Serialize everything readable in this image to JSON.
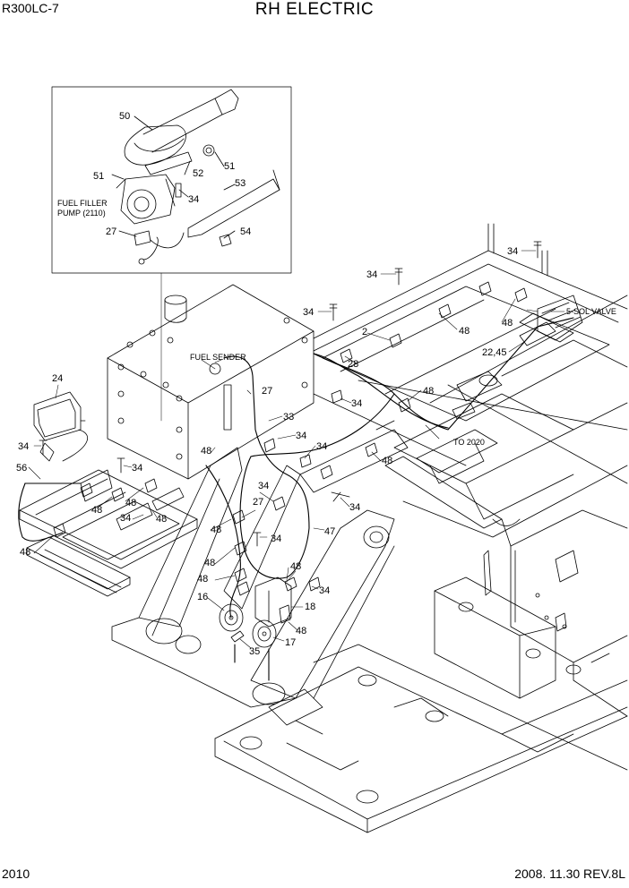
{
  "header": {
    "model": "R300LC-7",
    "title": "RH ELECTRIC"
  },
  "footer": {
    "page": "2010",
    "date_rev": "2008. 11.30  REV.8L"
  },
  "callouts": {
    "fuel_filler_pump": "FUEL FILLER",
    "fuel_filler_pump_ref": "PUMP (2110)",
    "fuel_sender": "FUEL SENDER",
    "sol_valve": "5-SOL VALVE",
    "to_2020": "TO 2020"
  },
  "part_numbers": {
    "p50": "50",
    "p51a": "51",
    "p51b": "51",
    "p52": "52",
    "p53": "53",
    "p34_inset": "34",
    "p27_inset": "27",
    "p54": "54",
    "p34_a": "34",
    "p34_b": "34",
    "p34_c": "34",
    "p2": "2",
    "p48_a": "48",
    "p48_b": "48",
    "p22_45": "22,45",
    "p28": "28",
    "p48_c": "48",
    "p34_d": "34",
    "p27_a": "27",
    "p33": "33",
    "p34_e": "34",
    "p34_f": "34",
    "p48_d": "48",
    "p24": "24",
    "p34_g": "34",
    "p56": "56",
    "p34_h": "34",
    "p48_e": "48",
    "p48_f": "48",
    "p34_i": "34",
    "p48_g": "48",
    "p48_h": "48",
    "p34_j": "34",
    "p27_b": "27",
    "p34_k": "34",
    "p48_i": "48",
    "p47": "47",
    "p34_l": "34",
    "p48_j": "48",
    "p48_k": "48",
    "p34_m": "34",
    "p48_l": "48",
    "p16": "16",
    "p18": "18",
    "p48_m": "48",
    "p35": "35",
    "p17": "17"
  }
}
